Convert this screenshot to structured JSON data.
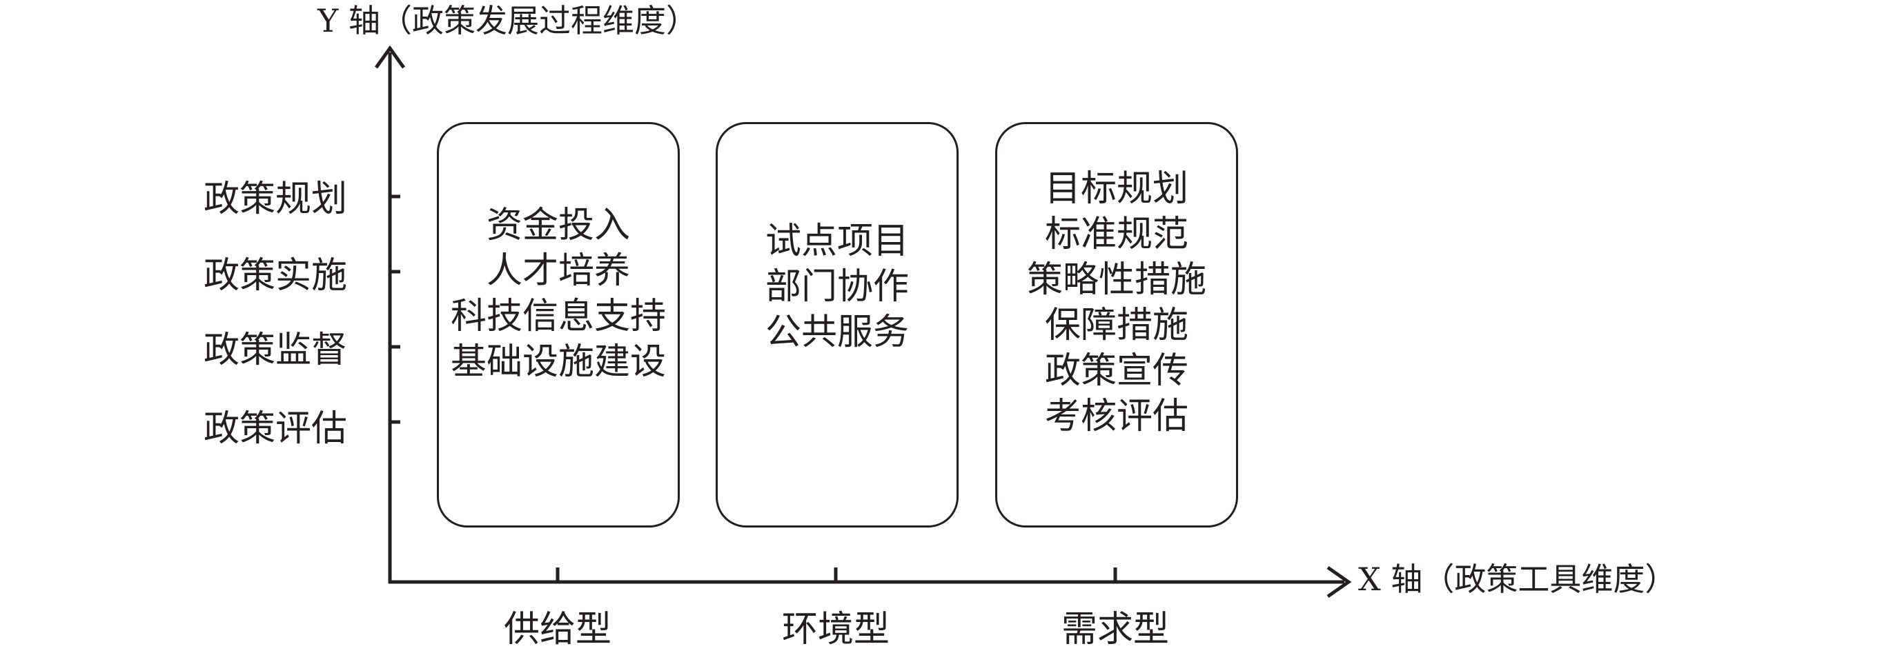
{
  "y_axis": {
    "title": "Y 轴（政策发展过程维度）",
    "labels": [
      "政策规划",
      "政策实施",
      "政策监督",
      "政策评估"
    ]
  },
  "x_axis": {
    "title": "X 轴（政策工具维度）",
    "labels": [
      "供给型",
      "环境型",
      "需求型"
    ]
  },
  "boxes": [
    {
      "items": [
        "资金投入",
        "人才培养",
        "科技信息支持",
        "基础设施建设"
      ]
    },
    {
      "items": [
        "试点项目",
        "部门协作",
        "公共服务"
      ]
    },
    {
      "items": [
        "目标规划",
        "标准规范",
        "策略性措施",
        "保障措施",
        "政策宣传",
        "考核评估"
      ]
    }
  ],
  "colors": {
    "ink": "#231f20",
    "background": "#ffffff"
  }
}
